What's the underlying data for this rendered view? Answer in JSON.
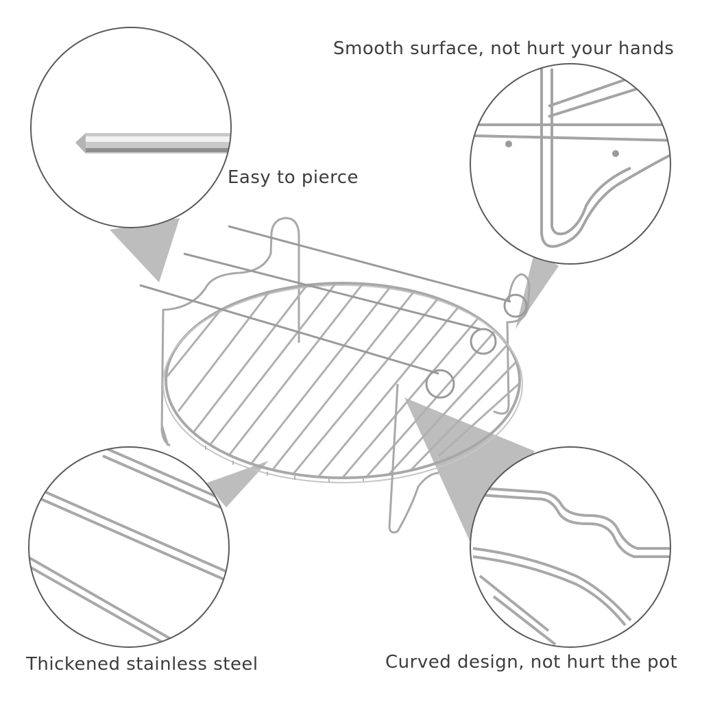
{
  "callouts": {
    "smooth": "Smooth surface, not hurt your hands",
    "pierce": "Easy to pierce",
    "thick": "Thickened stainless steel",
    "curved": "Curved design, not hurt the pot"
  },
  "colors": {
    "background": "#ffffff",
    "text": "#3c3c3c",
    "callout_pointer": "#bdbdbd",
    "circle_border": "#5a5a5a",
    "steel": "#a8a8a8"
  }
}
